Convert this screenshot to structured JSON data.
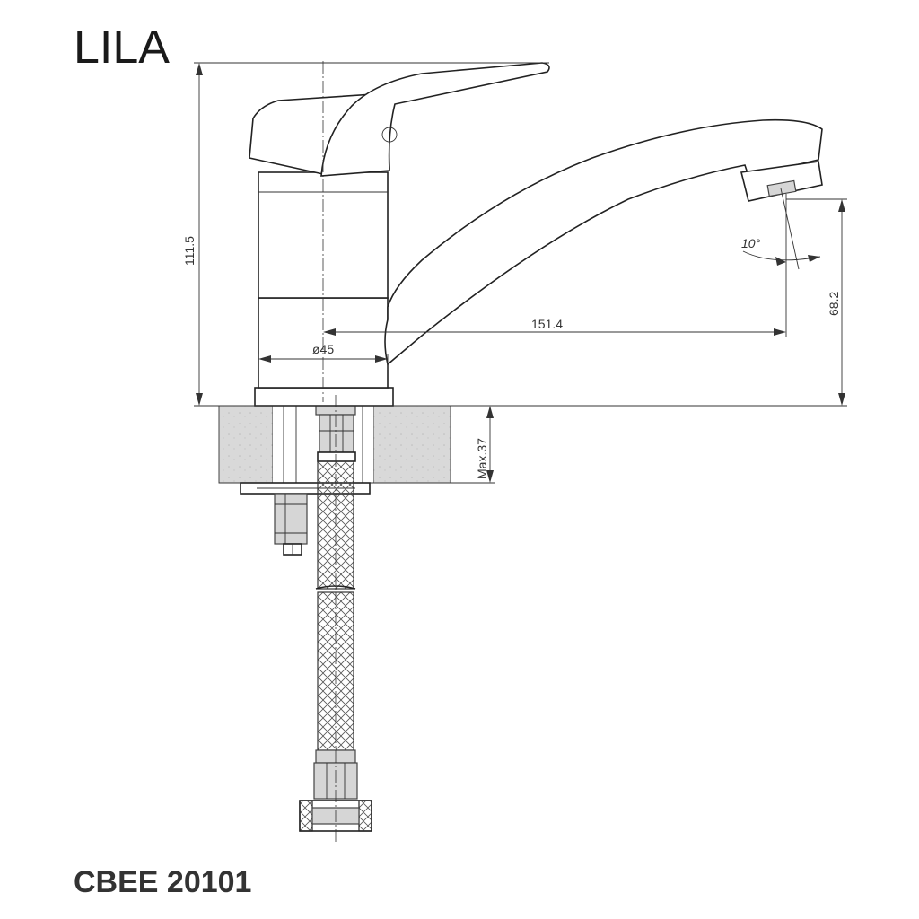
{
  "title": "LILA",
  "model": "CBEE 20101",
  "dimensions": {
    "total_height": "111.5",
    "spout_height": "68.2",
    "spout_reach": "151.4",
    "body_diameter": "ø45",
    "max_thickness": "Max.37",
    "spout_angle": "10°"
  }
}
